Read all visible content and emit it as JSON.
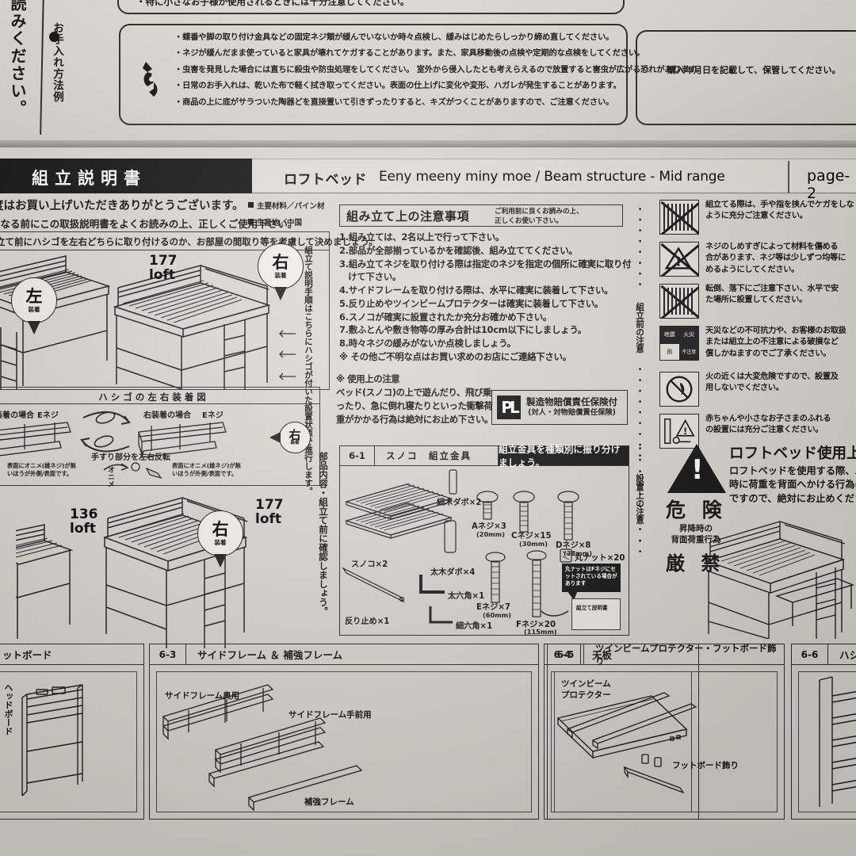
{
  "top_sheet": {
    "left_vertical": "読みください。",
    "care_vertical": "お手入れ方法例",
    "child_warning": "・特に小さなお子様が使用されるときには十分注意してください。",
    "care_lines": [
      "・蝶番や脚の取り付け金具などの固定ネジ類が緩んでいないか時々点検し、緩みはじめたらしっかり締め直してください。",
      "・ネジが緩んだまま使っていると家具が壊れてケガすることがあります。また、家具移動後の点検や定期的な点検をしてください。",
      "・虫害を発見した場合には直ちに殺虫や防虫処理をしてください。 室外から侵入したとも考えらえるので放置すると害虫が広がる恐れがあります。",
      "・日常のお手入れは、乾いた布で軽く拭き取ってください。表面の仕上げに変化や変形、ハガレが発生することがあります。",
      "・商品の上に底がサラついた陶器どを直接置いて引きずったりすると、キズがつくことがありますので、ご注意ください。"
    ],
    "keep_note": "購入年月日を記載して、保管してください。",
    "wrench_icon": "wrench-icon"
  },
  "title_bar": {
    "black_label": "組立説明書",
    "product_jp": "ロフトベッド",
    "product_en": "Eeny meeny miny moe  /  Beam structure - Mid range",
    "page": "page-2"
  },
  "intro": {
    "thanks_line1": "度はお買い上げいただきありがとうございます。",
    "thanks_line2": "になる前にこの取扱説明書をよくお読みの上、正しくご使用下さい。",
    "material": "主要材料／パイン材",
    "origin": "生産地／中国"
  },
  "left_panel": {
    "header": "立て前にハシゴを左右どちらに取り付けるのか、お部屋の間取り等を考慮して決めましょう。",
    "label_177": "177",
    "label_177_sub": "loft",
    "label_136": "136",
    "label_136_sub": "loft",
    "balloon_left": "左",
    "balloon_left_sub": "装着",
    "balloon_right": "右",
    "balloon_right_sub": "装着",
    "side_vertical": "組立て説明手順はこちらにハシゴが付いた設置状態で進行します。"
  },
  "ladder_box": {
    "header": "ハシゴの左右装着図",
    "case_left": "左装着の場合",
    "case_right": "右装着の場合",
    "screw_e": "Eネジ",
    "reverse_note": "手すり部分を左右反転",
    "onime": "オニメ",
    "surface_note": "表面にオニメ(雌ネジ)が無いほうが外側/表面です。",
    "balloon_right": "右",
    "balloon_right_sub": "装着"
  },
  "notes": {
    "title": "組み立て上の注意事項",
    "subtitle_line1": "ご利用前に良くお読みの上、",
    "subtitle_line2": "正しくお使い下さい。",
    "items": [
      "1.組み立ては、2名以上で行って下さい。",
      "2.部品が全部揃っているかを確認後、組み立ててください。",
      "3.組み立てネジを取り付ける際は指定のネジを指定の個所に確実に取り付",
      "　けて下さい。",
      "4.サイドフレームを取り付ける際は、水平に確実に装着して下さい。",
      "5.反り止めやツインビームプロテクターは確実に装着して下さい。",
      "6.スノコが確実に設置されたか充分お確かめ下さい。",
      "7.敷ふとんや敷き物等の厚み合計は10cm以下にしましょう。",
      "8.時々ネジの緩みがないか点検しましょう。",
      "※ その他ご不明な点はお買い求めのお店にご連絡下さい。"
    ],
    "usage_title": "※ 使用上の注意",
    "usage_lines": [
      "ベッド(スノコ)の上で遊んだり、飛び乗",
      "ったり、急に倒れ寝たりといった衝撃荷",
      "重がかかる行為は絶対にお止め下さい。"
    ],
    "pl_mark": "PL",
    "pl_line1": "製造物賠償責任保険付",
    "pl_line2": "(対人・対物賠償責任保険)",
    "vertical_before": "組立前の注意",
    "vertical_setup": "設置上の注意"
  },
  "warnings": [
    {
      "icon": "pinch-hand-prohibited-icon",
      "text": "組立てる際は、手や指を挟んでケガをしな\nように充分ご注意ください。"
    },
    {
      "icon": "overtighten-screw-caution-icon",
      "text": "ネジのしめすぎによって材料を傷める\n合があります、ネジ等は少しずつ均等に\nめるようにしてください。"
    },
    {
      "icon": "tipping-fall-prohibited-icon",
      "text": "転倒、落下にご注意下さい、水平で安\nた場所に設置してください。"
    },
    {
      "icon": "disaster-grid-icon",
      "text": "天災などの不可抗力や、お客様のお取扱\nまたは組立上の不注意による破損など\n償しかねますのでご了承ください。",
      "cells": [
        "地震",
        "火災",
        "雨",
        "不注意"
      ]
    },
    {
      "icon": "no-fire-icon",
      "text": "火の近くは大変危険ですので、設置及\n用しないでください。"
    },
    {
      "icon": "keep-away-from-baby-icon",
      "text": "赤ちゃんや小さなお子さまのふれる\nの設置には充分ご注意ください。"
    }
  ],
  "danger": {
    "triangle_icon": "exclamation-triangle-icon",
    "word": "危 険",
    "sub_line1": "昇降時の",
    "sub_line2": "背面荷重行為",
    "strict": "厳 禁",
    "title": "ロフトベッド使用上の注",
    "body_line1": "ロフトベッドを使用する際、ハシ",
    "body_line2": "時に荷重を背面へかける行為は大",
    "body_line3": "ですので、絶対にお止めください"
  },
  "parts_6_1": {
    "num": "6-1",
    "title": "スノコ　組立金具",
    "banner": "組立金具を種類別に振り分けましょう。",
    "vertical_side": "部品内容・組立て前に確認しましょう。",
    "items": [
      {
        "label": "スノコ×2",
        "sub": ""
      },
      {
        "label": "細木ダボ×2",
        "sub": ""
      },
      {
        "label": "Aネジ×3",
        "sub": "(20mm)"
      },
      {
        "label": "Cネジ×15",
        "sub": "(30mm)"
      },
      {
        "label": "Dネジ×8",
        "sub": "(38mm)"
      },
      {
        "label": "太木ダボ×4",
        "sub": ""
      },
      {
        "label": "Eネジ×7",
        "sub": "(60mm)"
      },
      {
        "label": "Fネジ×20",
        "sub": "(115mm)"
      },
      {
        "label": "丸ナット×20",
        "sub": ""
      },
      {
        "label": "反り止め×1",
        "sub": ""
      },
      {
        "label": "太六角×1",
        "sub": ""
      },
      {
        "label": "細六角×1",
        "sub": ""
      }
    ],
    "tip": "丸ナットはFネジにセットされている場合があります",
    "manual_label": "組立て説明書"
  },
  "bottom_boxes": [
    {
      "num": "",
      "title": "ットボード",
      "labels": [
        "ヘッドボード"
      ]
    },
    {
      "num": "6-3",
      "title": "サイドフレーム ＆ 補強フレーム",
      "labels": [
        "サイドフレーム奥用",
        "サイドフレーム手前用",
        "補強フレーム"
      ]
    },
    {
      "num": "6-4",
      "title": "天板",
      "labels": []
    },
    {
      "num": "6-5",
      "title": "ツインビームプロテクター・フットボード飾り",
      "labels": [
        "ツインビーム",
        "プロテクター",
        "フットボード飾り"
      ]
    },
    {
      "num": "6-6",
      "title": "ハシ",
      "labels": []
    }
  ],
  "colors": {
    "paper": "#dedcd5",
    "ink": "#15120f",
    "black_bar": "#131313"
  }
}
